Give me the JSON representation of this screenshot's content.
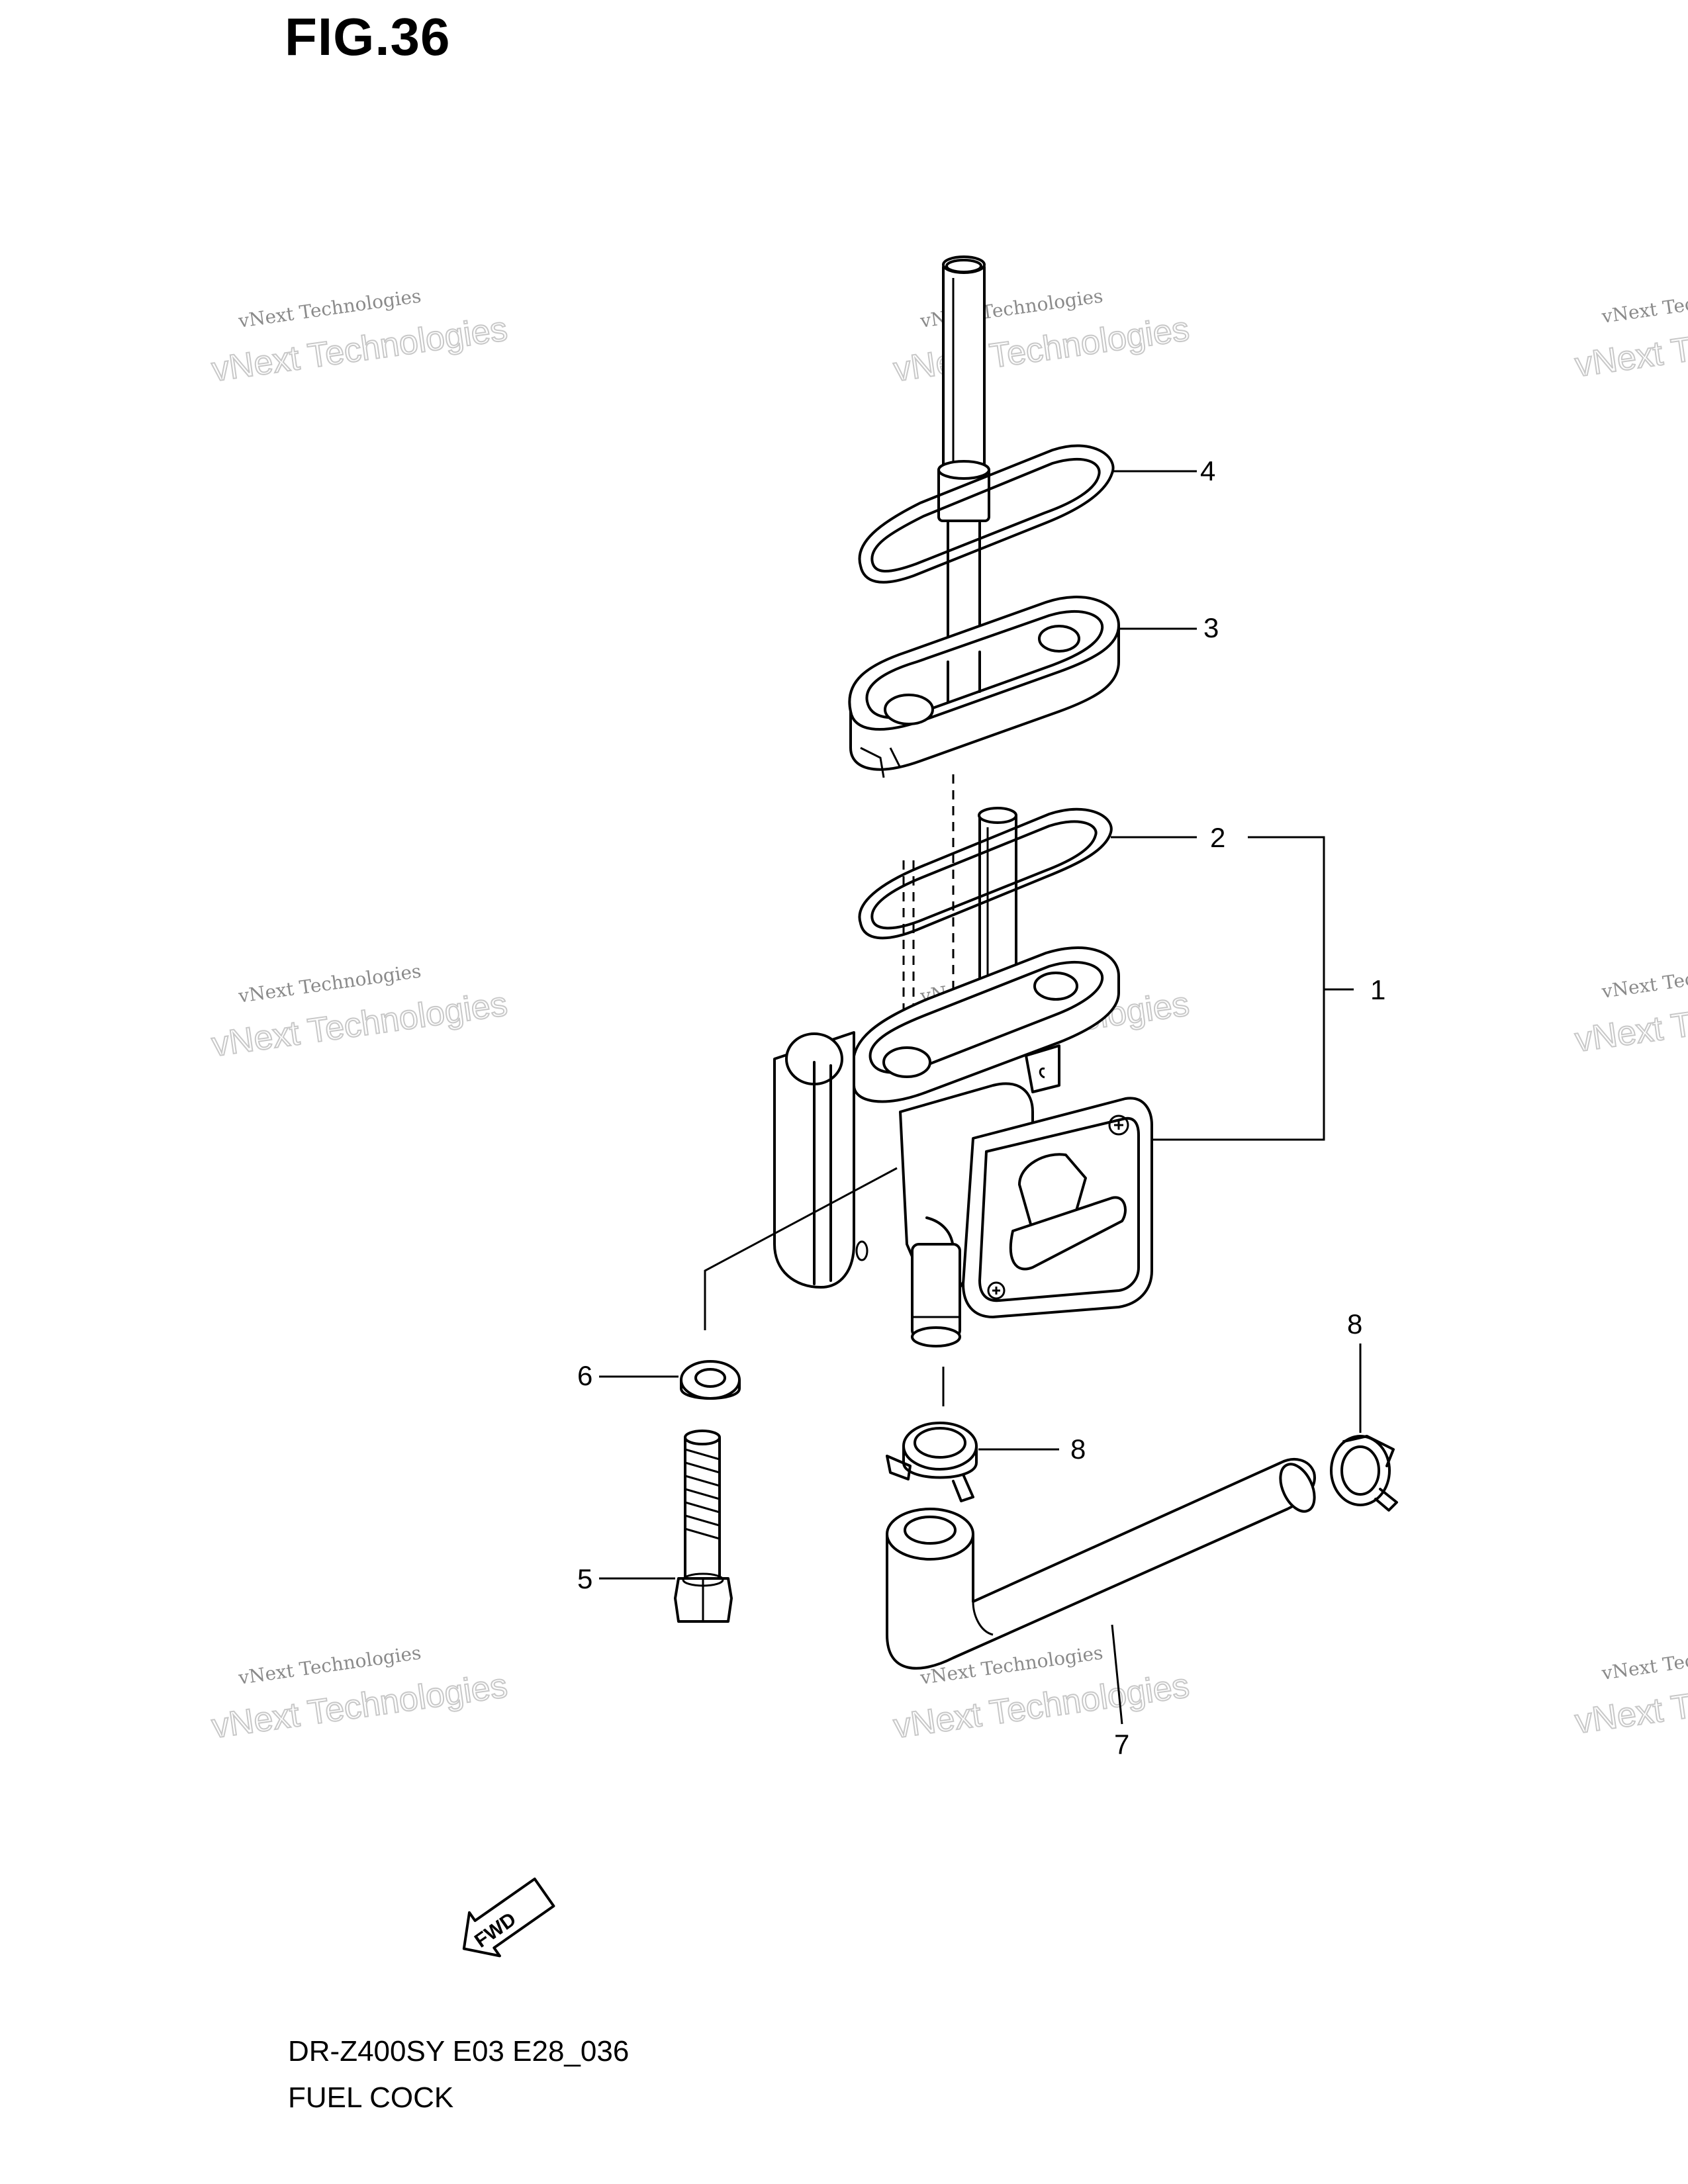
{
  "figure": {
    "title": "FIG.36"
  },
  "footer": {
    "model_code": "DR-Z400SY E03 E28_036",
    "part_title": "FUEL COCK"
  },
  "callouts": [
    "1",
    "2",
    "3",
    "4",
    "5",
    "6",
    "7",
    "8",
    "8"
  ],
  "fwd_label": "FWD",
  "watermark": {
    "small": "vNext Technologies",
    "big": "vNext Technologies"
  }
}
